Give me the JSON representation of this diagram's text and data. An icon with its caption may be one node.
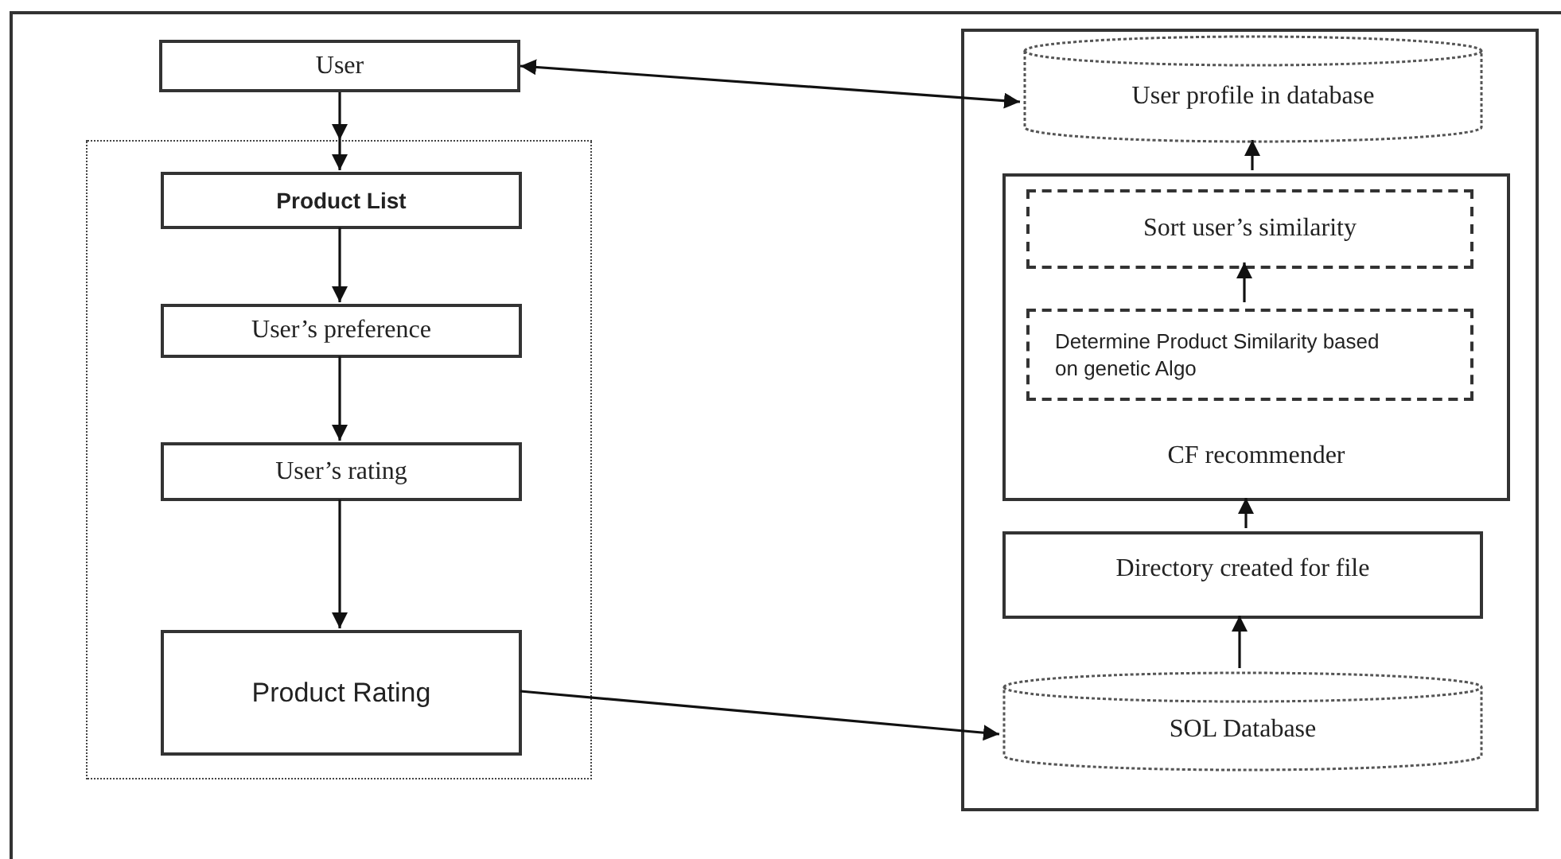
{
  "diagram": {
    "nodes": [
      {
        "text": [
          "User"
        ]
      },
      {
        "text": [],
        "shape": "box"
      },
      {
        "text": [
          "Product List"
        ],
        "in": 1
      },
      {
        "text": [
          "User’s preference"
        ],
        "in": 1
      },
      {
        "text": [
          "User’s rating"
        ],
        "in": 1
      },
      {
        "text": [
          "Product Rating"
        ],
        "in": 1
      },
      {
        "text": [],
        "shape": "box"
      },
      {
        "text": [
          "User profile in database"
        ],
        "in": 6
      },
      {
        "text": [
          "CF recommender"
        ],
        "in": 6
      },
      {
        "text": [
          "Sort user’s similarity"
        ],
        "in": 8
      },
      {
        "text": [
          "Determine Product Similarity based on genetic Algo"
        ],
        "in": 8
      },
      {
        "text": [
          "Directory created for file"
        ],
        "in": 6
      },
      {
        "text": [
          "SOL Database"
        ],
        "in": 6
      }
    ],
    "edges": [
      {
        "from": 0,
        "to": 7,
        "arrow": "both"
      },
      {
        "from": 0,
        "to": 2,
        "arrow": "to"
      },
      {
        "from": 2,
        "to": 3,
        "arrow": "to"
      },
      {
        "from": 3,
        "to": 4,
        "arrow": "to"
      },
      {
        "from": 4,
        "to": 5,
        "arrow": "to"
      },
      {
        "from": 5,
        "to": 12,
        "arrow": "to"
      },
      {
        "from": 12,
        "to": 11,
        "arrow": "to"
      },
      {
        "from": 11,
        "to": 8,
        "arrow": "to"
      },
      {
        "from": 10,
        "to": 9,
        "arrow": "to"
      },
      {
        "from": 8,
        "to": 7,
        "arrow": "to"
      }
    ]
  }
}
